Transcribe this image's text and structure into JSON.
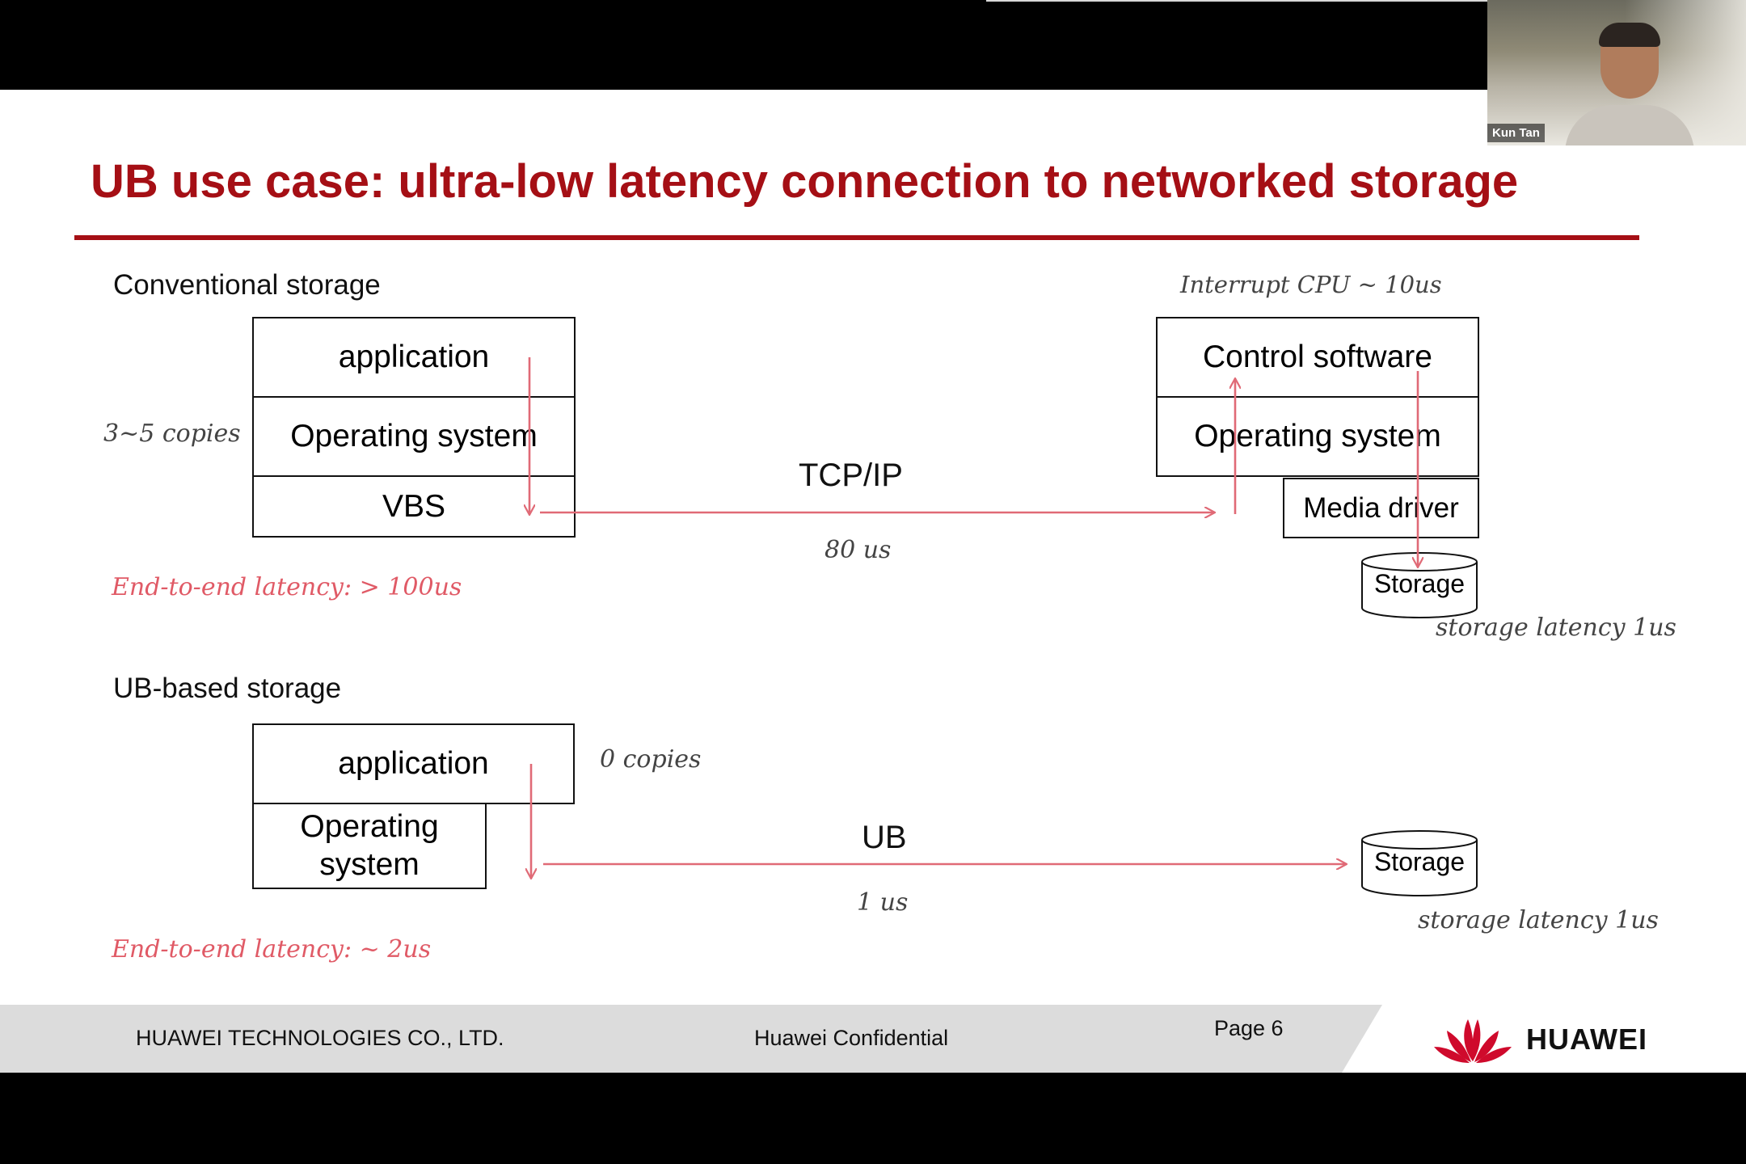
{
  "slide": {
    "title": "UB use case: ultra-low latency connection to networked storage",
    "conventional": {
      "heading": "Conventional storage",
      "note_top": "Interrupt CPU ~ 10us",
      "copies": "3~5 copies",
      "client_stack": [
        "application",
        "Operating system",
        "VBS"
      ],
      "server_stack": [
        "Control software",
        "Operating system"
      ],
      "media_driver": "Media driver",
      "storage": "Storage",
      "network": "TCP/IP",
      "network_latency": "80 us",
      "end_to_end": "End-to-end latency: > 100us",
      "storage_latency": "storage latency 1us"
    },
    "ub": {
      "heading": "UB-based storage",
      "copies": "0 copies",
      "application": "application",
      "os": "Operating system",
      "storage": "Storage",
      "network": "UB",
      "network_latency": "1 us",
      "end_to_end": "End-to-end latency: ~ 2us",
      "storage_latency": "storage latency 1us"
    },
    "footer": {
      "company": "HUAWEI TECHNOLOGIES CO., LTD.",
      "confidential": "Huawei Confidential",
      "page": "Page 6",
      "logo": "HUAWEI"
    }
  },
  "video": {
    "participant": "Kun Tan"
  },
  "colors": {
    "title": "#a50f15",
    "arrow": "#e06a76",
    "footer_bg": "#dcdcdc"
  }
}
